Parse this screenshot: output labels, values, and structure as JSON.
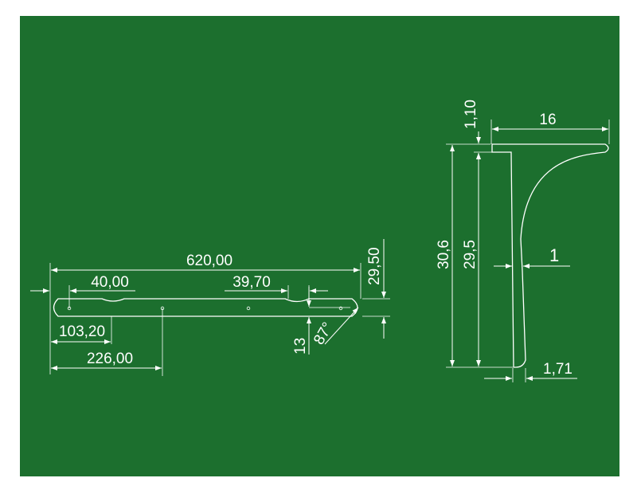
{
  "colors": {
    "background": "#1c6f2e",
    "lines": "#ffffff",
    "outer": "#ffffff"
  },
  "plan_view": {
    "dim_length": "620,00",
    "dim_left_hole": "40,00",
    "dim_right_hole": "39,70",
    "dim_notch": "103,20",
    "dim_mid_hole": "226,00",
    "dim_height": "29,50",
    "dim_offset": "13",
    "dim_angle": "87°"
  },
  "section_view": {
    "dim_top_thickness": "1,10",
    "dim_width": "16",
    "dim_total_height": "30,6",
    "dim_inner_height": "29,5",
    "dim_web": "1",
    "dim_base": "1,71"
  }
}
